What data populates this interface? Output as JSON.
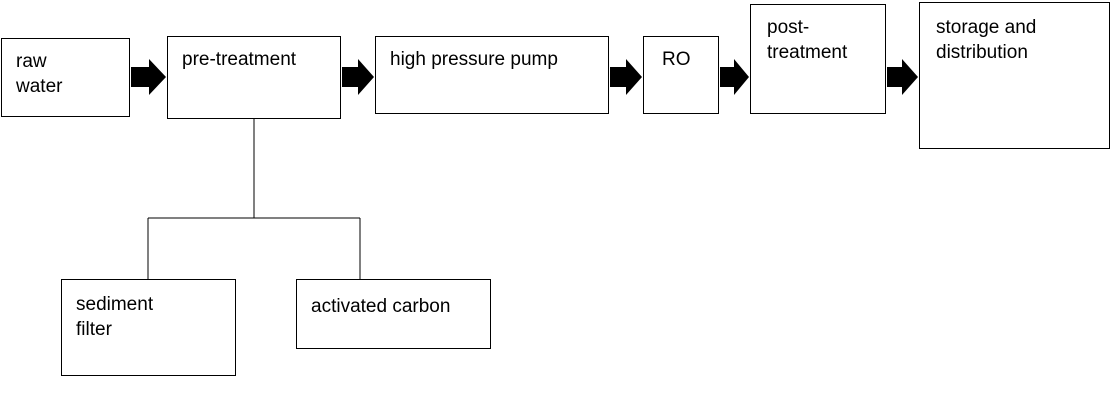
{
  "diagram": {
    "nodes": {
      "raw_water": "raw\nwater",
      "pre_treatment": "pre-treatment",
      "high_pressure_pump": "high pressure pump",
      "ro": "RO",
      "post_treatment": "post-\ntreatment",
      "storage_distribution": "storage and\ndistribution",
      "sediment_filter": "sediment\nfilter",
      "activated_carbon": "activated carbon"
    },
    "flow": [
      "raw_water",
      "pre_treatment",
      "high_pressure_pump",
      "ro",
      "post_treatment",
      "storage_distribution"
    ],
    "branches": {
      "pre_treatment": [
        "sediment_filter",
        "activated_carbon"
      ]
    },
    "colors": {
      "stroke": "#000000",
      "arrow_fill": "#000000",
      "background": "#ffffff"
    }
  }
}
